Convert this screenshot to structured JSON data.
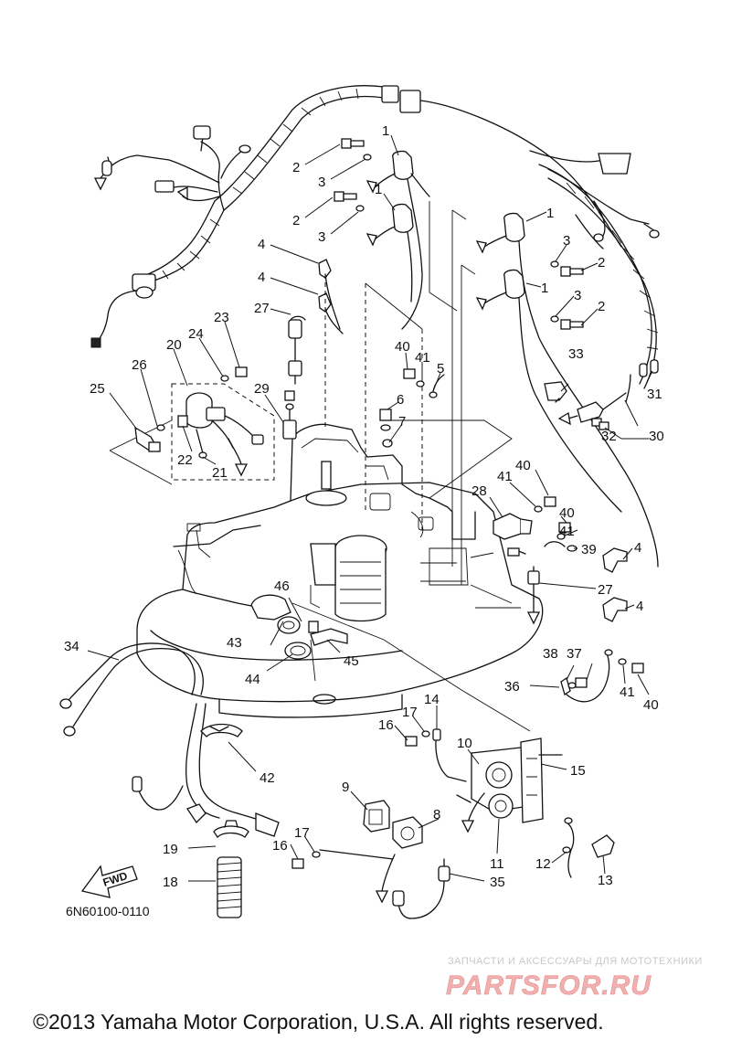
{
  "diagram": {
    "labels": [
      "1",
      "2",
      "3",
      "4",
      "5",
      "6",
      "7",
      "8",
      "9",
      "10",
      "11",
      "12",
      "13",
      "14",
      "15",
      "16",
      "17",
      "18",
      "19",
      "20",
      "21",
      "22",
      "23",
      "24",
      "25",
      "26",
      "27",
      "28",
      "29",
      "30",
      "31",
      "32",
      "33",
      "34",
      "35",
      "36",
      "37",
      "38",
      "39",
      "40",
      "41",
      "42",
      "43",
      "44",
      "45",
      "46"
    ],
    "reference_code": "6N60100-0110",
    "fwd_label": "FWD",
    "copyright": "©2013 Yamaha Motor Corporation, U.S.A. All rights reserved."
  },
  "watermark": {
    "subtitle": "ЗАПЧАСТИ И АКСЕССУАРЫ ДЛЯ МОТОТЕХНИКИ",
    "logo": "PARTSFOR.RU"
  }
}
